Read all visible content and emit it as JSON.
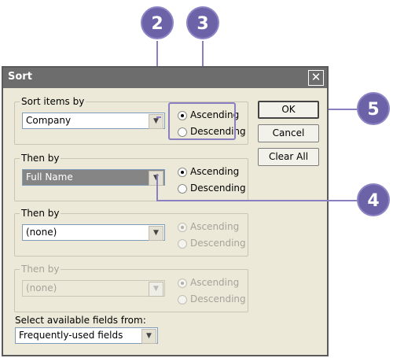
{
  "dialog": {
    "title": "Sort",
    "close_label": "✕"
  },
  "groups": [
    {
      "legend": "Sort items by",
      "combo_value": "Company",
      "ascending_label": "Ascending",
      "descending_label": "Descending",
      "selected": "ascending",
      "enabled": true
    },
    {
      "legend": "Then by",
      "combo_value": "Full Name",
      "ascending_label": "Ascending",
      "descending_label": "Descending",
      "selected": "ascending",
      "enabled": true
    },
    {
      "legend": "Then by",
      "combo_value": "(none)",
      "ascending_label": "Ascending",
      "descending_label": "Descending",
      "selected": "ascending",
      "enabled": true,
      "radios_enabled": false
    },
    {
      "legend": "Then by",
      "combo_value": "(none)",
      "ascending_label": "Ascending",
      "descending_label": "Descending",
      "selected": "ascending",
      "enabled": false
    }
  ],
  "fields_from": {
    "label": "Select available fields from:",
    "value": "Frequently-used fields"
  },
  "buttons": {
    "ok": "OK",
    "cancel": "Cancel",
    "clear_all": "Clear All"
  },
  "callouts": [
    "2",
    "3",
    "4",
    "5"
  ],
  "colors": {
    "callout": "#6b62a8",
    "callout_line": "#8a7fc0",
    "titlebar": "#6d6d6d",
    "dialog_bg": "#ece9d8"
  }
}
